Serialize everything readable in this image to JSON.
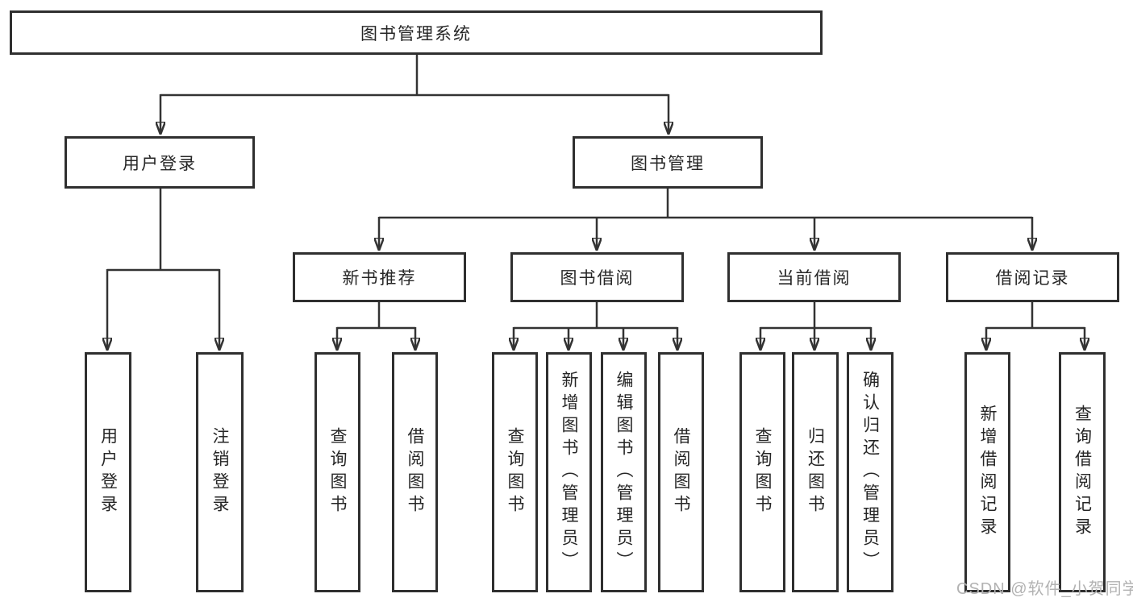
{
  "diagram": {
    "root": {
      "label": "图书管理系统"
    },
    "level2": [
      {
        "label": "用户登录",
        "children": [
          "用户登录",
          "注销登录"
        ]
      },
      {
        "label": "图书管理"
      }
    ],
    "branches": [
      {
        "label": "新书推荐",
        "children": [
          "查询图书",
          "借阅图书"
        ]
      },
      {
        "label": "图书借阅",
        "children": [
          "查询图书",
          "新增图书（管理员）",
          "编辑图书（管理员）",
          "借阅图书"
        ]
      },
      {
        "label": "当前借阅",
        "children": [
          "查询图书",
          "归还图书",
          "确认归还（管理员）"
        ]
      },
      {
        "label": "借阅记录",
        "children": [
          "新增借阅记录",
          "查询借阅记录"
        ]
      }
    ],
    "watermark": "CSDN @软件_小贺同学",
    "colors": {
      "line": "#333333",
      "box_border": "#2f2f2f",
      "text": "#262626",
      "watermark": "#b2b2b2",
      "background": "#ffffff"
    }
  }
}
